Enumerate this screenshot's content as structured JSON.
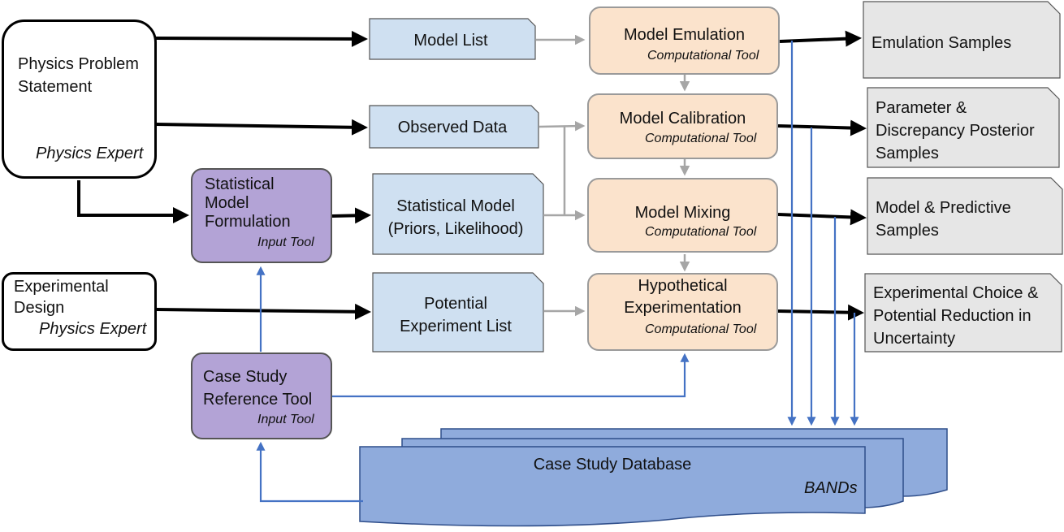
{
  "experts": {
    "physics_problem": {
      "title_line1": "Physics Problem",
      "title_line2": "Statement",
      "role": "Physics Expert"
    },
    "experimental_design": {
      "title_line1": "Experimental",
      "title_line2": "Design",
      "role": "Physics Expert"
    }
  },
  "input_tools": {
    "statistical_model_formulation": {
      "line1": "Statistical",
      "line2": "Model",
      "line3": "Formulation",
      "tag": "Input Tool"
    },
    "case_study_reference": {
      "line1": "Case Study",
      "line2": "Reference Tool",
      "tag": "Input Tool"
    }
  },
  "documents": {
    "model_list": {
      "line1": "Model  List"
    },
    "observed_data": {
      "line1": "Observed  Data"
    },
    "statistical_model": {
      "line1": "Statistical Model",
      "line2": "(Priors, Likelihood)"
    },
    "potential_experiment_list": {
      "line1": "Potential",
      "line2": "Experiment List"
    }
  },
  "computational_tools": {
    "model_emulation": {
      "line1": "Model Emulation",
      "tag": "Computational Tool"
    },
    "model_calibration": {
      "line1": "Model Calibration",
      "tag": "Computational Tool"
    },
    "model_mixing": {
      "line1": "Model Mixing",
      "tag": "Computational Tool"
    },
    "hypothetical_experimentation": {
      "line1": "Hypothetical",
      "line2": "Experimentation",
      "tag": "Computational Tool"
    }
  },
  "outputs": {
    "emulation_samples": {
      "line1": "Emulation Samples"
    },
    "parameter_discrepancy": {
      "line1": "Parameter &",
      "line2": "Discrepancy  Posterior",
      "line3": "Samples"
    },
    "model_predictive": {
      "line1": "Model & Predictive",
      "line2": "Samples"
    },
    "experimental_choice": {
      "line1": "Experimental Choice &",
      "line2": "Potential Reduction in",
      "line3": "Uncertainty"
    }
  },
  "database": {
    "title": "Case Study Database",
    "tag": "BANDs"
  },
  "colors": {
    "document_fill": "#cfe0f1",
    "computational_fill": "#fbe3cc",
    "input_tool_fill": "#b3a3d6",
    "output_fill": "#e6e6e6",
    "database_fill": "#8fabdc",
    "blue_arrow": "#4472c4",
    "gray_arrow": "#a6a6a6"
  }
}
